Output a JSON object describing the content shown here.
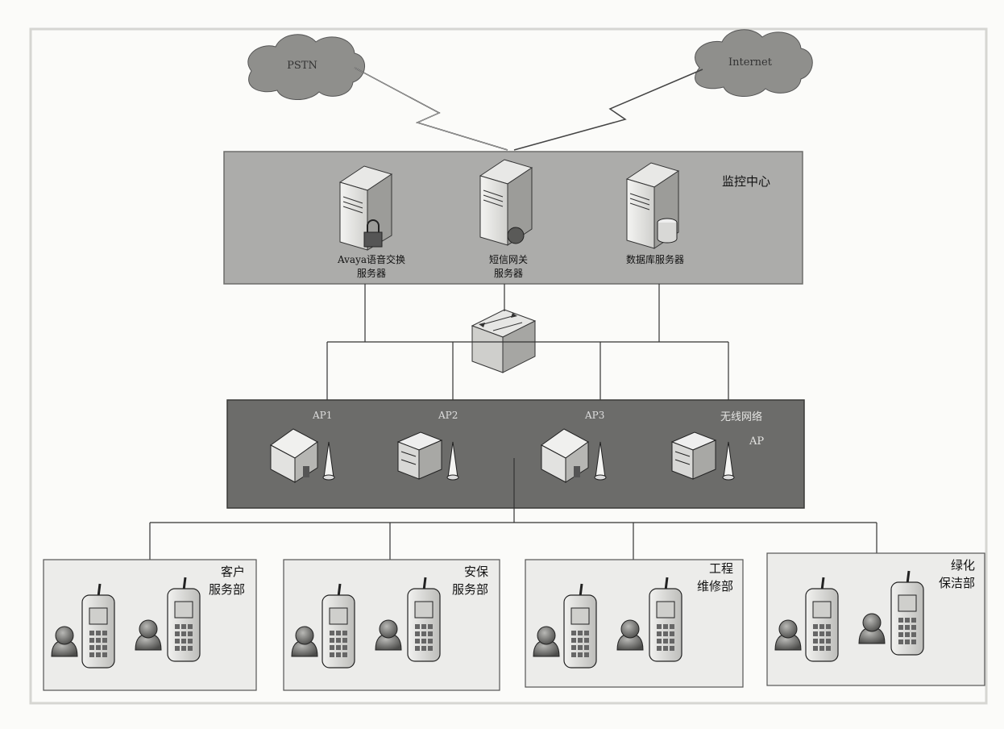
{
  "clouds": [
    {
      "id": "cloud-left",
      "label": "PSTN"
    },
    {
      "id": "cloud-right",
      "label": "Internet"
    }
  ],
  "monitoring_center": {
    "label": "监控中心",
    "servers": [
      {
        "label_line1": "Avaya语音交换",
        "label_line2": "服务器"
      },
      {
        "label_line1": "短信网关",
        "label_line2": "服务器"
      },
      {
        "label_line1": "数据库服务器",
        "label_line2": ""
      }
    ]
  },
  "wireless_zone": {
    "label_line1": "无线网络",
    "label_line2": "AP",
    "ap_labels": [
      "AP1",
      "AP2",
      "AP3"
    ]
  },
  "departments": [
    {
      "line1": "客户",
      "line2": "服务部"
    },
    {
      "line1": "安保",
      "line2": "服务部"
    },
    {
      "line1": "工程",
      "line2": "维修部"
    },
    {
      "line1": "绿化",
      "line2": "保洁部"
    }
  ]
}
